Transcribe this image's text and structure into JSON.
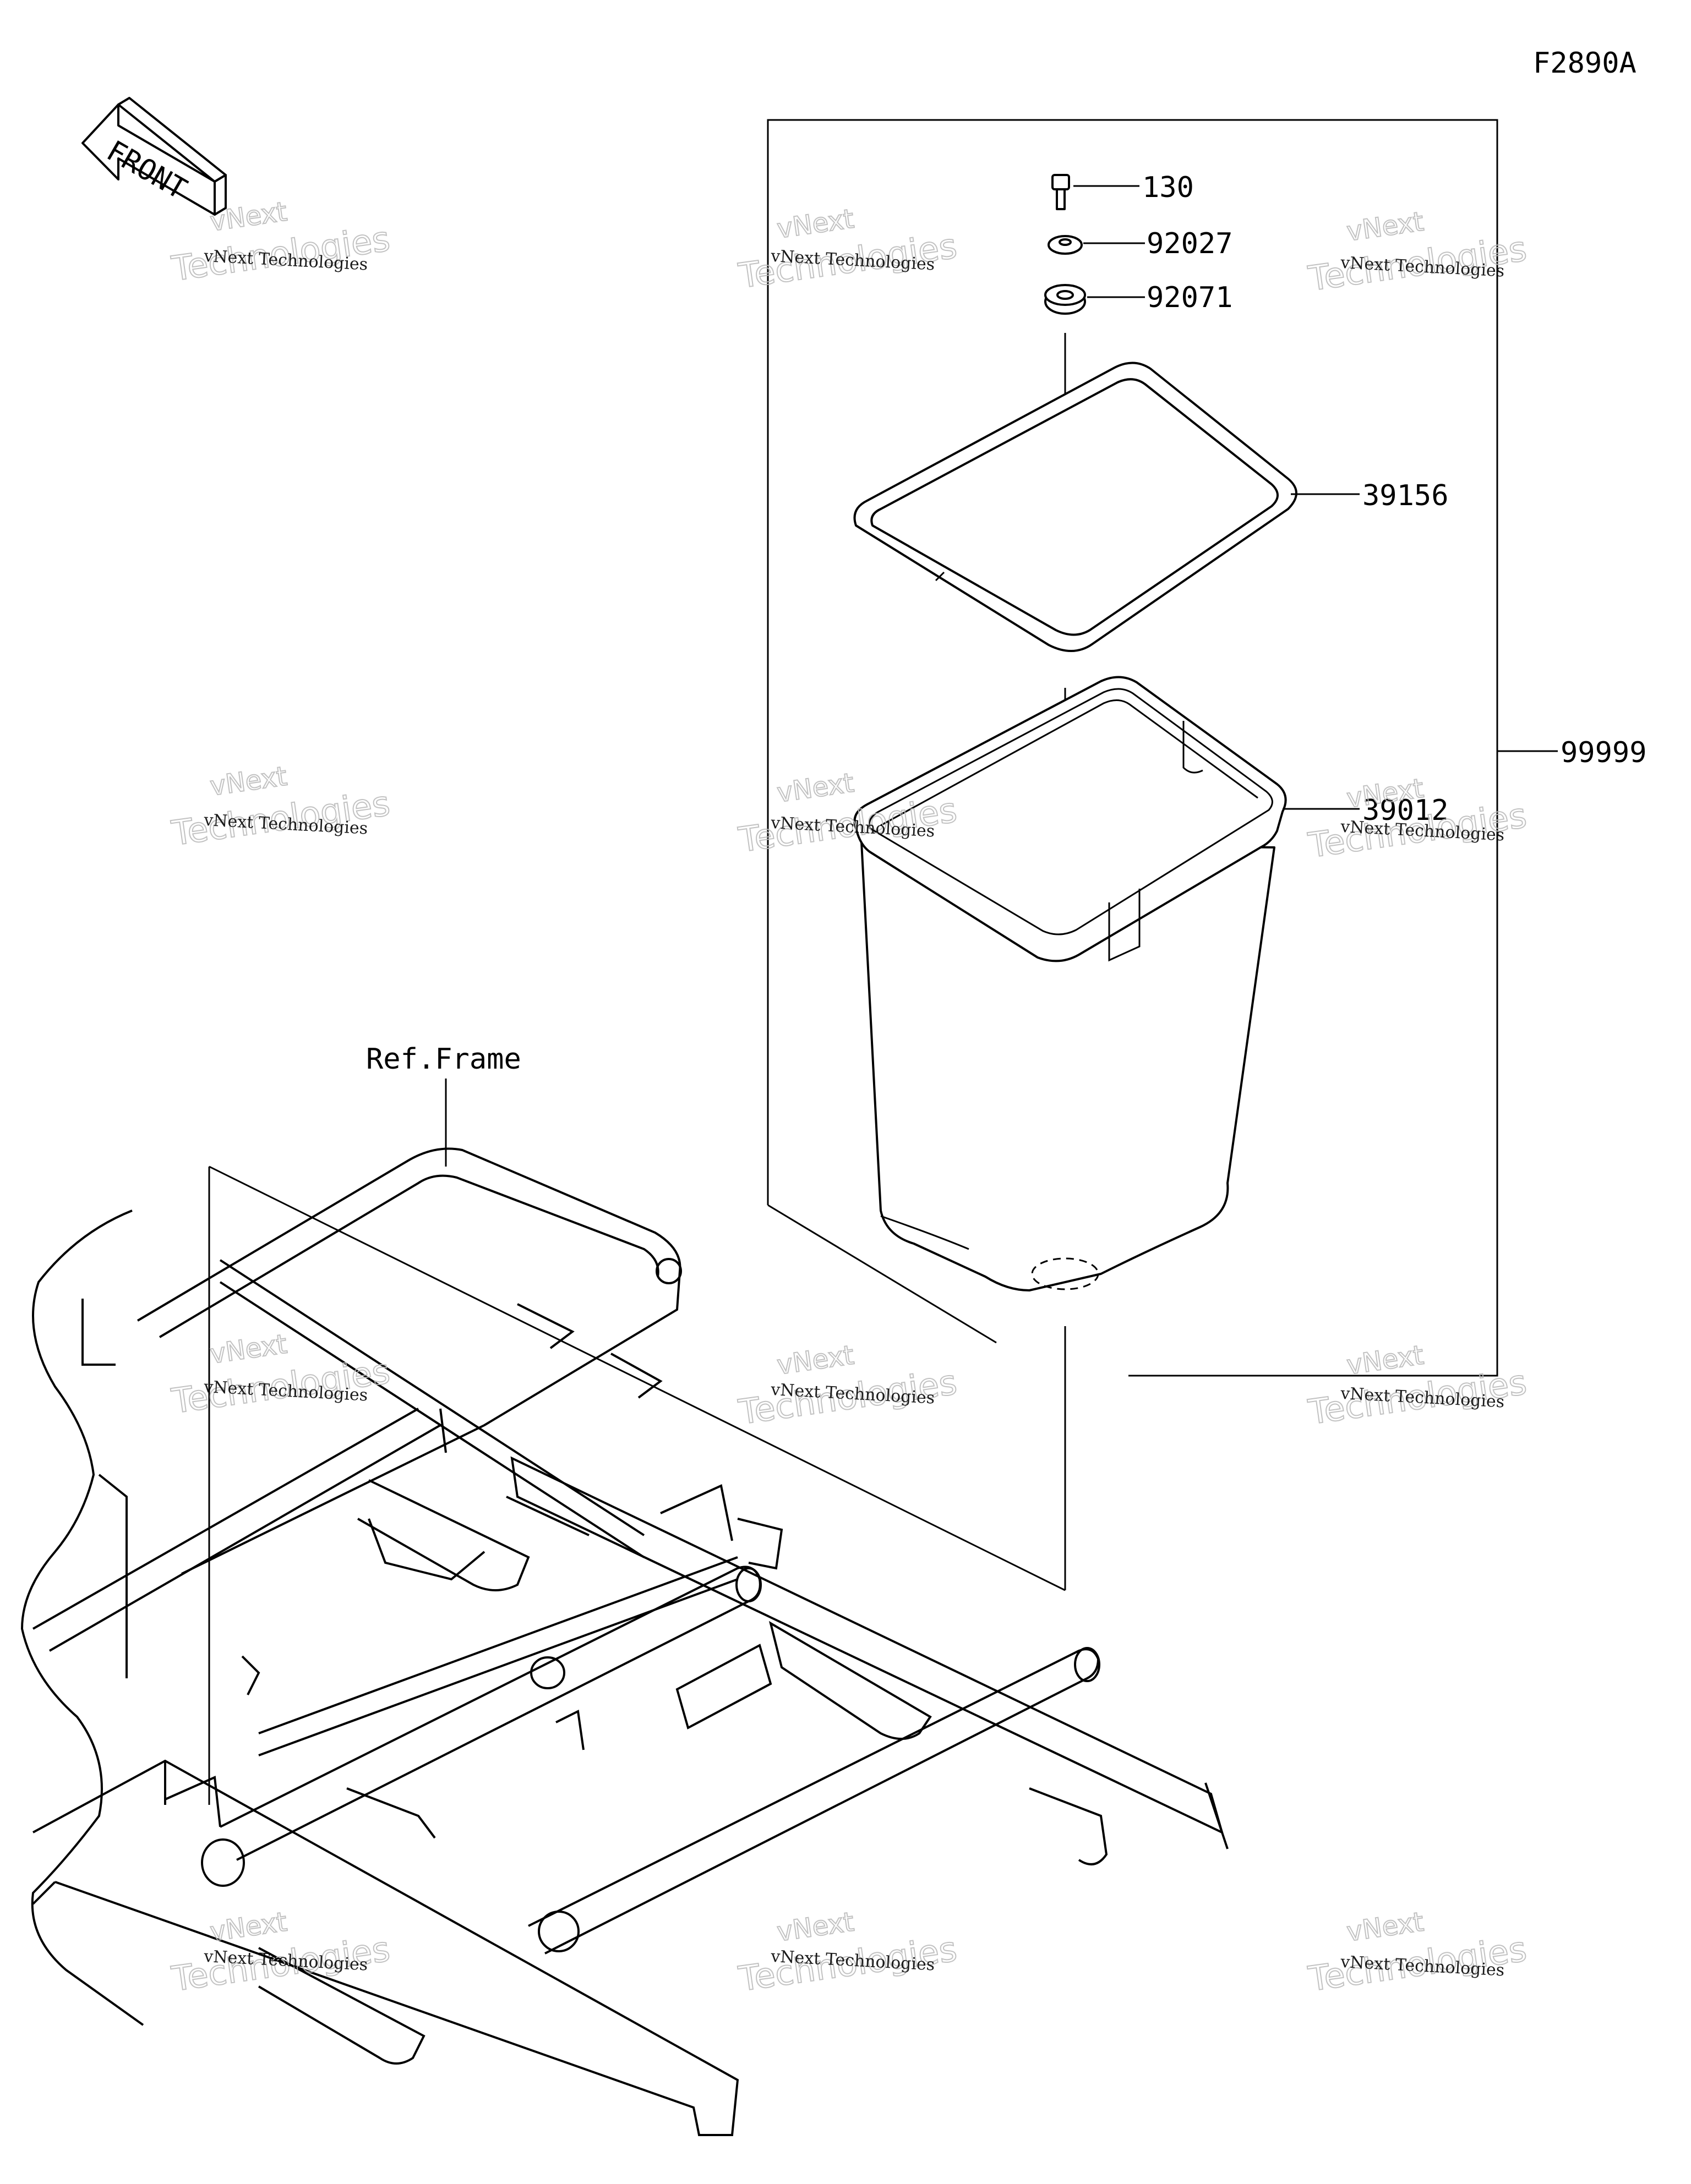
{
  "diagram_code": "F2890A",
  "front_arrow_label": "FRONT",
  "reference_label": "Ref.Frame",
  "parts": [
    {
      "number": "130"
    },
    {
      "number": "92027"
    },
    {
      "number": "92071"
    },
    {
      "number": "39156"
    },
    {
      "number": "39012"
    },
    {
      "number": "99999"
    }
  ],
  "watermark": {
    "line1": "vNext Technologies",
    "line2": "Technologies",
    "line3": "vNext"
  }
}
